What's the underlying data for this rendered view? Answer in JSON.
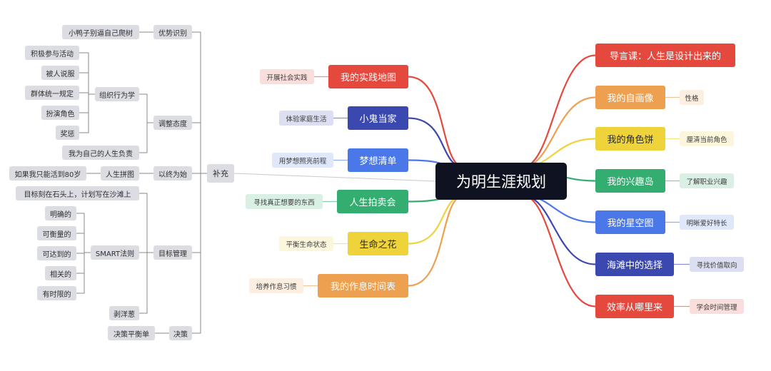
{
  "root": "为明生涯规划",
  "colors": {
    "red": "#e5483d",
    "orange": "#eda050",
    "yellow": "#eed33a",
    "green": "#33ad70",
    "blue": "#4b78e8",
    "navy": "#3b48b0",
    "gray_box": "#dcdde3",
    "gray_line": "#888888"
  },
  "right_branches": [
    {
      "label": "导言课：人生是设计出来的",
      "tag": "",
      "color": "red"
    },
    {
      "label": "我的自画像",
      "tag": "性格",
      "color": "orange"
    },
    {
      "label": "我的角色饼",
      "tag": "厘清当前角色",
      "color": "yellow"
    },
    {
      "label": "我的兴趣岛",
      "tag": "了解职业兴趣",
      "color": "green"
    },
    {
      "label": "我的星空图",
      "tag": "明晰爱好特长",
      "color": "blue"
    },
    {
      "label": "海滩中的选择",
      "tag": "寻找价值取向",
      "color": "navy"
    },
    {
      "label": "效率从哪里来",
      "tag": "学会时间管理",
      "color": "red"
    }
  ],
  "left_branches": [
    {
      "label": "我的实践地图",
      "tag": "开展社会实践",
      "color": "red"
    },
    {
      "label": "小鬼当家",
      "tag": "体验家庭生活",
      "color": "navy"
    },
    {
      "label": "梦想清单",
      "tag": "用梦想照亮前程",
      "color": "blue"
    },
    {
      "label": "人生拍卖会",
      "tag": "寻找真正想要的东西",
      "color": "green"
    },
    {
      "label": "生命之花",
      "tag": "平衡生命状态",
      "color": "yellow"
    },
    {
      "label": "我的作息时间表",
      "tag": "培养作息习惯",
      "color": "orange"
    }
  ],
  "supplement": {
    "label": "补充",
    "groups": {
      "advantage": {
        "label": "优势识别",
        "items": [
          "小鸭子别逼自己爬树"
        ]
      },
      "attitude": {
        "label": "调整态度",
        "sub_label": "组织行为学",
        "sub_items": [
          "积极参与活动",
          "被人说服",
          "群体统一规定",
          "扮演角色",
          "奖惩"
        ],
        "extra": "我为自己的人生负责"
      },
      "end_first": {
        "label": "以终为始",
        "sub_label": "人生拼图",
        "sub_item": "如果我只能活到80岁"
      },
      "goal": {
        "label": "目标管理",
        "first": "目标刻在石头上，计划写在沙滩上",
        "smart_label": "SMART法则",
        "smart_items": [
          "明确的",
          "可衡量的",
          "可达到的",
          "相关的",
          "有时限的"
        ],
        "last": "剥洋葱"
      },
      "decision": {
        "label": "决策",
        "items": [
          "决策平衡单"
        ]
      }
    }
  }
}
